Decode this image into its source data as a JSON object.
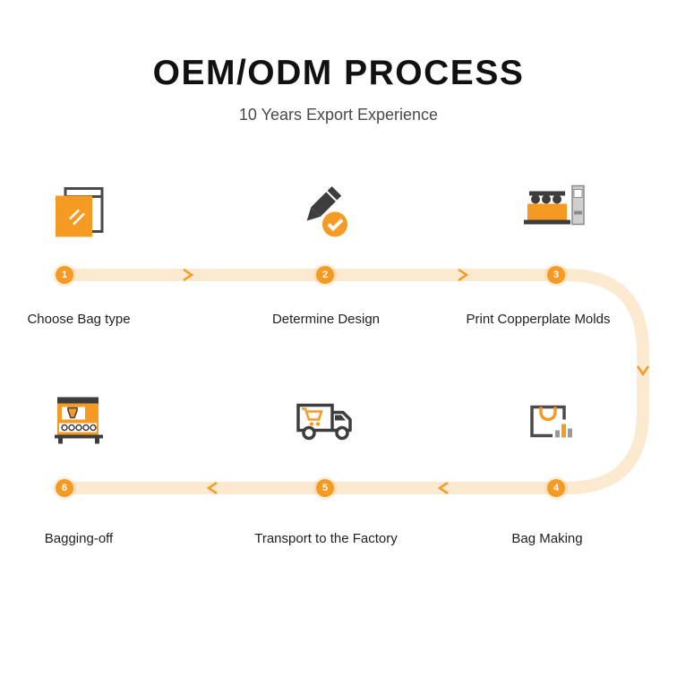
{
  "header": {
    "title": "OEM/ODM PROCESS",
    "subtitle": "10 Years Export Experience"
  },
  "steps": [
    {
      "number": "1",
      "label": "Choose Bag type",
      "icon": "bag-stack-icon"
    },
    {
      "number": "2",
      "label": "Determine Design",
      "icon": "pencil-check-icon"
    },
    {
      "number": "3",
      "label": "Print Copperplate Molds",
      "icon": "printing-machine-icon"
    },
    {
      "number": "4",
      "label": "Bag Making",
      "icon": "shopping-bag-chart-icon"
    },
    {
      "number": "5",
      "label": "Transport to the Factory",
      "icon": "delivery-truck-icon"
    },
    {
      "number": "6",
      "label": "Bagging-off",
      "icon": "bagging-machine-icon"
    }
  ],
  "colors": {
    "accent_orange": "#F59A23",
    "path_cream": "#FBE9D0",
    "icon_dark": "#3d3d3d",
    "title_text": "#111111",
    "subtitle_text": "#4a4a4a",
    "label_text": "#1f1f1f"
  }
}
